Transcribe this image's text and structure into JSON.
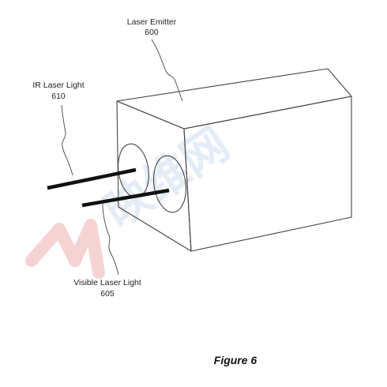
{
  "labels": {
    "emitter": {
      "title": "Laser Emitter",
      "ref": "600"
    },
    "ir": {
      "title": "IR Laser Light",
      "ref": "610"
    },
    "visible": {
      "title": "Visible Laser Light",
      "ref": "605"
    }
  },
  "caption": "Figure 6",
  "watermark": {
    "text": "映维网",
    "mark": "M"
  },
  "colors": {
    "stroke": "#444444",
    "beam": "#111111",
    "watermark_blue": "#cfe0f2",
    "watermark_red": "#f6d3d3"
  }
}
